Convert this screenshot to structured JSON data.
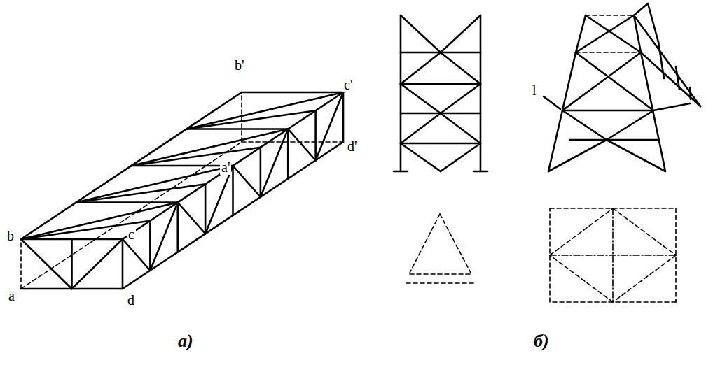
{
  "diagram": {
    "labels": [
      "b",
      "c",
      "a",
      "d",
      "b'",
      "c'",
      "a'",
      "d'",
      "l",
      "а)",
      "б)"
    ]
  }
}
